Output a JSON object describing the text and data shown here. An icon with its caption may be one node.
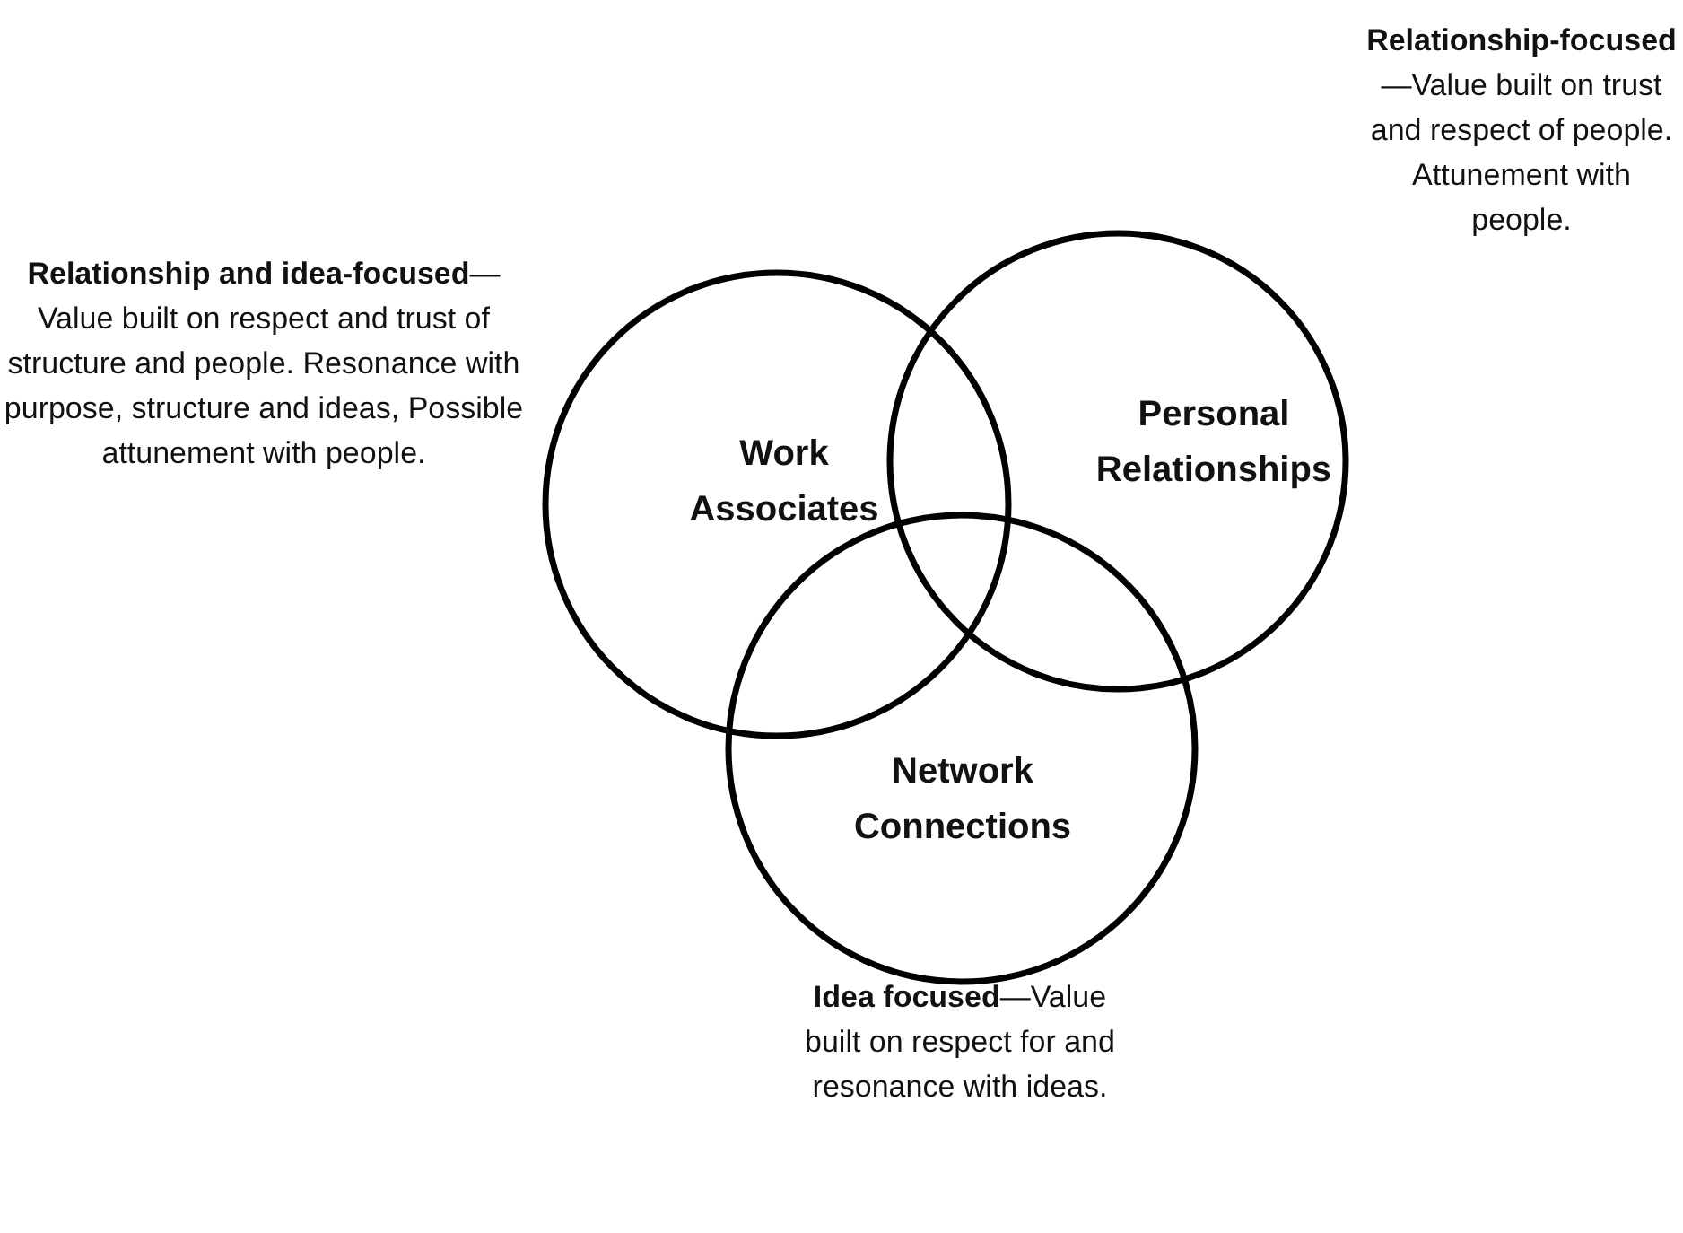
{
  "diagram": {
    "nodes": [
      {
        "text": [
          "Work Associates"
        ]
      },
      {
        "text": [
          "Personal Relationships"
        ]
      },
      {
        "text": [
          "Network Connections"
        ]
      }
    ],
    "labels": [
      "**Relationship and idea-focused**—Value built on respect and trust of structure and people. Resonance with purpose, structure and ideas, Possible attunement with people.",
      "**Relationship-focused**—Value built on trust and respect of people. Attunement with people.",
      "**Idea focused**—Value built on respect for and resonance with ideas."
    ]
  }
}
